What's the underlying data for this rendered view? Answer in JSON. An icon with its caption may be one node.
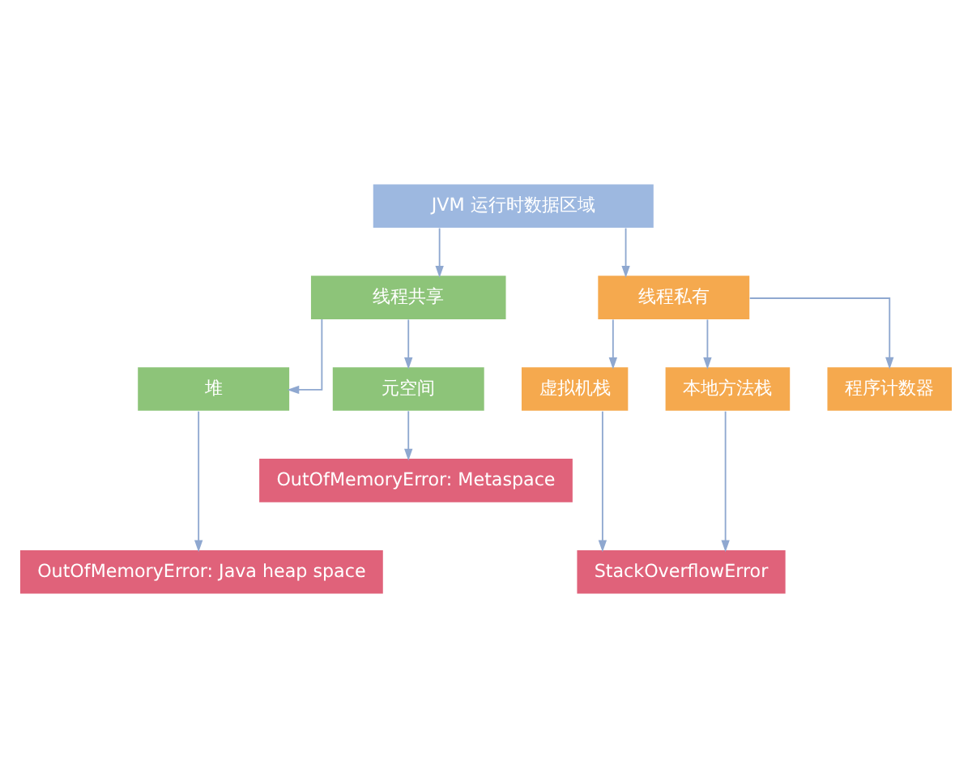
{
  "diagram": {
    "nodes": [
      {
        "text": [
          "JVM 运行时数据区域"
        ]
      },
      {
        "text": [
          "线程共享"
        ]
      },
      {
        "text": [
          "线程私有"
        ]
      },
      {
        "text": [
          "堆"
        ]
      },
      {
        "text": [
          "元空间"
        ]
      },
      {
        "text": [
          "虚拟机栈"
        ]
      },
      {
        "text": [
          "本地方法栈"
        ]
      },
      {
        "text": [
          "程序计数器"
        ]
      },
      {
        "text": [
          "OutOfMemoryError: Metaspace"
        ]
      },
      {
        "text": [
          "OutOfMemoryError: Java heap space"
        ]
      },
      {
        "text": [
          "StackOverflowError"
        ]
      }
    ],
    "edges": [
      {
        "from": 0,
        "to": 1,
        "arrow": "to"
      },
      {
        "from": 0,
        "to": 2,
        "arrow": "to"
      },
      {
        "from": 1,
        "to": 3,
        "arrow": "to"
      },
      {
        "from": 1,
        "to": 4,
        "arrow": "to"
      },
      {
        "from": 2,
        "to": 5,
        "arrow": "to"
      },
      {
        "from": 2,
        "to": 6,
        "arrow": "to"
      },
      {
        "from": 2,
        "to": 7,
        "arrow": "to"
      },
      {
        "from": 4,
        "to": 8,
        "arrow": "to"
      },
      {
        "from": 3,
        "to": 9,
        "arrow": "to"
      },
      {
        "from": 5,
        "to": 10,
        "arrow": "to"
      },
      {
        "from": 6,
        "to": 10,
        "arrow": "to"
      }
    ]
  }
}
